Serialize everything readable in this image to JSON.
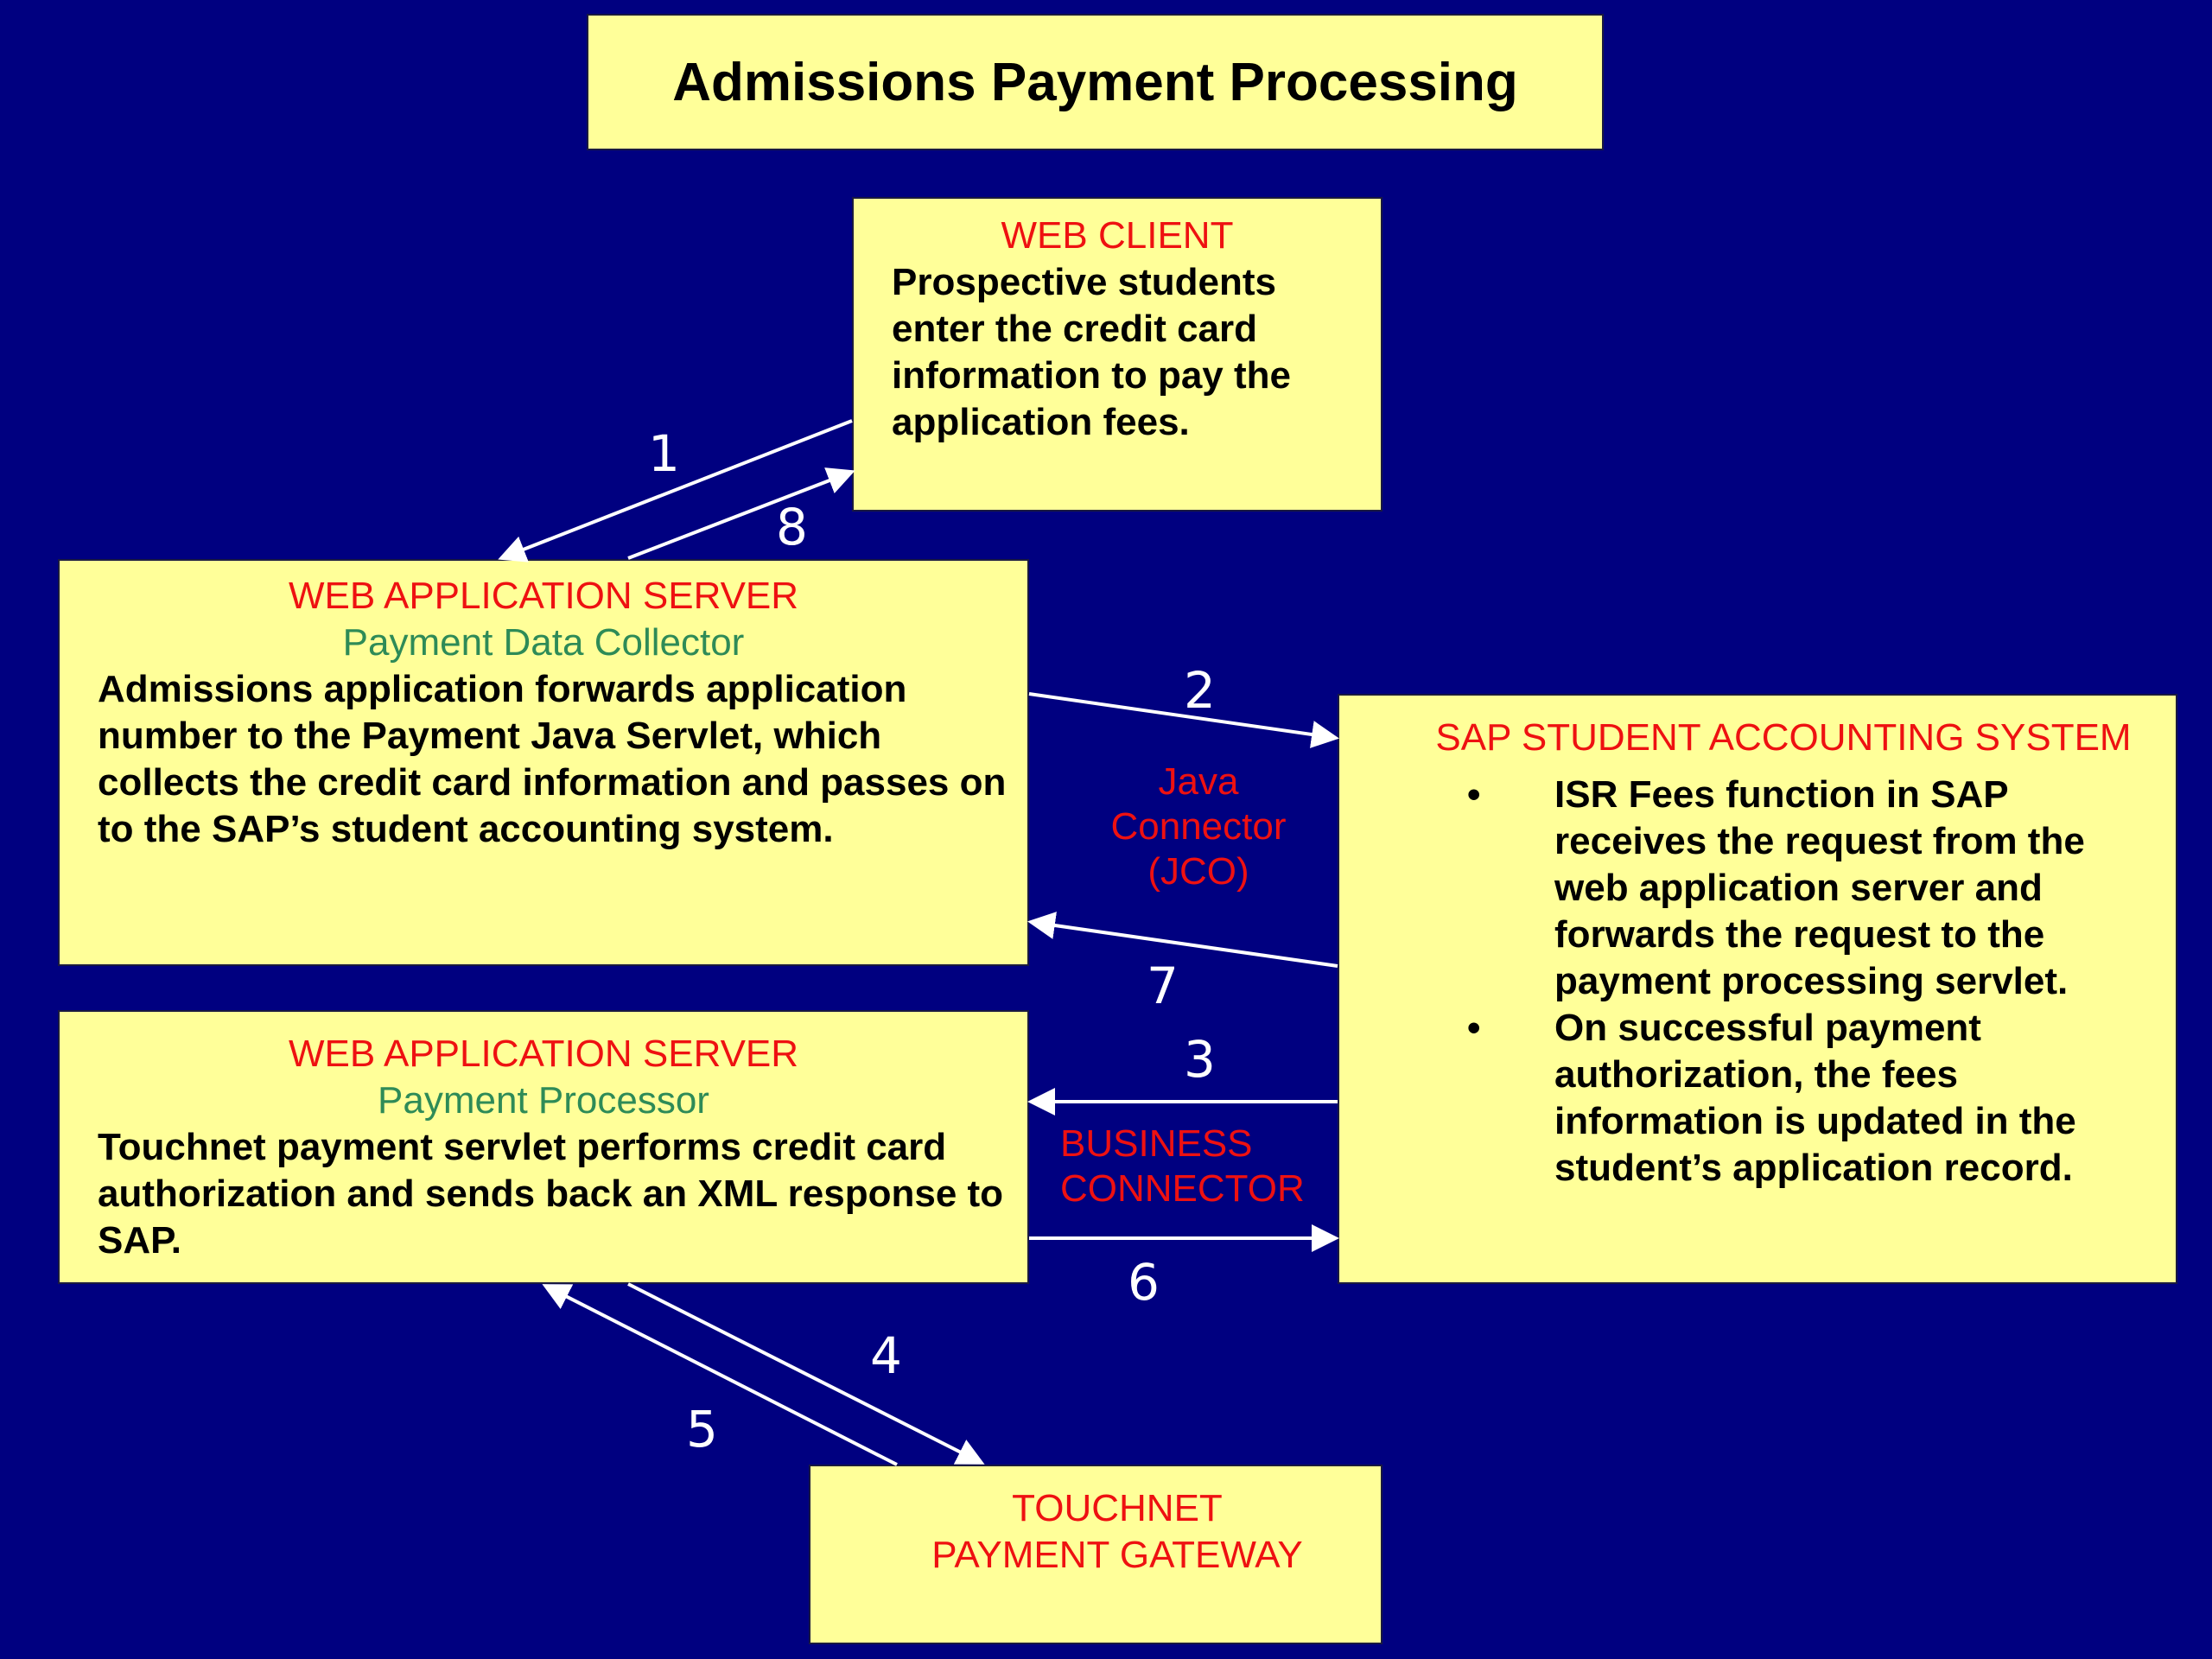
{
  "title": "Admissions Payment Processing",
  "web_client": {
    "header": "WEB CLIENT",
    "body": "Prospective students enter the credit card information to pay the application fees."
  },
  "payment_data_collector": {
    "header": "WEB APPLICATION SERVER",
    "subheader": "Payment Data Collector",
    "body": "Admissions application forwards application number to the Payment Java Servlet, which collects the credit card information and passes on to the SAP’s student accounting system."
  },
  "payment_processor": {
    "header": "WEB APPLICATION SERVER",
    "subheader": "Payment Processor",
    "body": "Touchnet payment servlet performs credit card authorization and sends back an XML response to SAP."
  },
  "sap_system": {
    "header": "SAP STUDENT ACCOUNTING SYSTEM",
    "bullets": [
      "ISR Fees function in SAP receives the request from the web application server and forwards the request to the payment processing servlet.",
      "On successful payment authorization, the fees information is updated in the student’s application record."
    ]
  },
  "touchnet_gateway": {
    "header_line1": "TOUCHNET",
    "header_line2": "PAYMENT GATEWAY"
  },
  "connectors": {
    "jco_line1": "Java",
    "jco_line2": "Connector",
    "jco_line3": "(JCO)",
    "business_line1": "BUSINESS",
    "business_line2": "CONNECTOR"
  },
  "step_labels": [
    "1",
    "2",
    "3",
    "4",
    "5",
    "6",
    "7",
    "8"
  ],
  "colors": {
    "background": "#000080",
    "box_fill": "#FFFF99",
    "header_red": "#EE1111",
    "subheader_green": "#2E8B57",
    "arrow_white": "#FFFFFF"
  }
}
